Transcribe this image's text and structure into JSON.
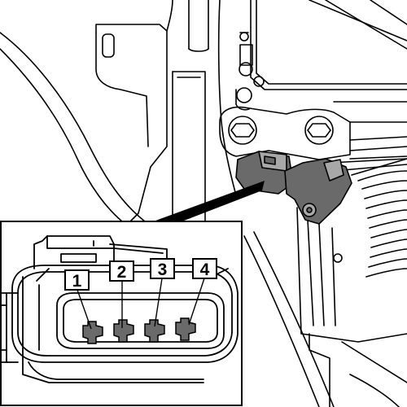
{
  "connector": {
    "pins": [
      {
        "label": "1"
      },
      {
        "label": "2"
      },
      {
        "label": "3"
      },
      {
        "label": "4"
      }
    ]
  },
  "colors": {
    "line": "#000000",
    "background": "#ffffff",
    "component_fill": "#6a6a6a",
    "component_light": "#a8a8a8",
    "pin_fill": "#6a6a6a"
  }
}
